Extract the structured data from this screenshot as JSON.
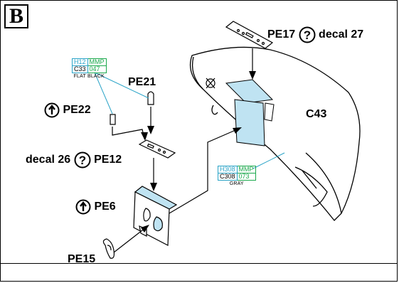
{
  "step": "B",
  "labels": {
    "pe17": "PE17",
    "decal27": "decal 27",
    "pe21": "PE21",
    "pe22": "PE22",
    "c43": "C43",
    "decal26": "decal 26",
    "pe12": "PE12",
    "pe6": "PE6",
    "pe15": "PE15"
  },
  "paints": {
    "flat_black": {
      "humbrol": "H12",
      "mmp_label": "MMP",
      "gunze": "C33",
      "mmp_code": "047",
      "name": "FLAT BLACK"
    },
    "gray": {
      "humbrol": "H308",
      "mmp_label": "MMP",
      "gunze": "C308",
      "mmp_code": "073",
      "name": "GRAY"
    }
  },
  "colors": {
    "highlight": "#bfe3f2",
    "humbrol": "#29a3c7",
    "mmp": "#1aa84b"
  },
  "icons": {
    "question": "question-circle-icon",
    "bend": "bend-arrow-circle-icon"
  }
}
